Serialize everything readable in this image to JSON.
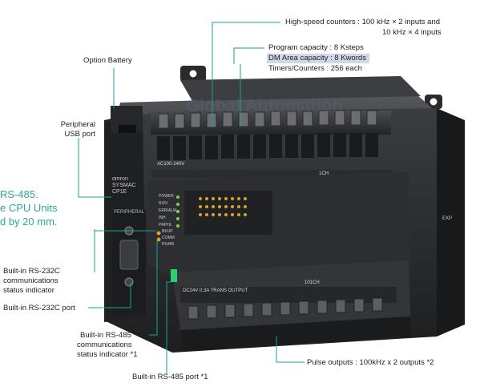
{
  "callouts": {
    "high_speed_counters": [
      "High-speed counters : 100 kHz × 2 inputs and",
      "10 kHz × 4 inputs"
    ],
    "program_capacity": "Program capacity : 8 Ksteps",
    "dm_area_capacity": "DM Area capacity : 8 Kwords",
    "timers_counters": "Timers/Counters : 256 each",
    "option_battery": "Option Battery",
    "peripheral_usb_port": [
      "Peripheral",
      "USB port"
    ],
    "rs232c_indicator": [
      "Built-in RS-232C",
      "communications",
      "status indicator"
    ],
    "rs232c_port": "Built-in RS-232C port",
    "rs485_indicator": [
      "Built-in RS-485",
      "communications",
      "status indicator *1"
    ],
    "rs485_port": "Built-in RS-485 port *1",
    "pulse_outputs": "Pulse outputs : 100kHz x 2 outputs *2"
  },
  "side_text": [
    "RS-485.",
    "e CPU Units",
    "d by 20 mm."
  ],
  "device": {
    "brand": "omron",
    "model": [
      "SYSMAC",
      "CP1E"
    ],
    "peripheral_label": "PERIPHERAL",
    "power_label": "AC100-240V",
    "ch_in": "1CH",
    "ch_out": "101CH",
    "output_label": "DC24V 0.3A TRANS OUTPUT",
    "exp_label": "EXP",
    "status_leds": [
      "POWER",
      "RUN",
      "ERR/ALM",
      "INH",
      "PRPHL",
      "BKUP",
      "COMM",
      "RS485"
    ],
    "watermark": "Global Automation"
  },
  "colors": {
    "teal": "#2aa79b",
    "line": "#1aa38f",
    "highlight": "#cfd8e8",
    "plc_body": "#2b2d30"
  }
}
